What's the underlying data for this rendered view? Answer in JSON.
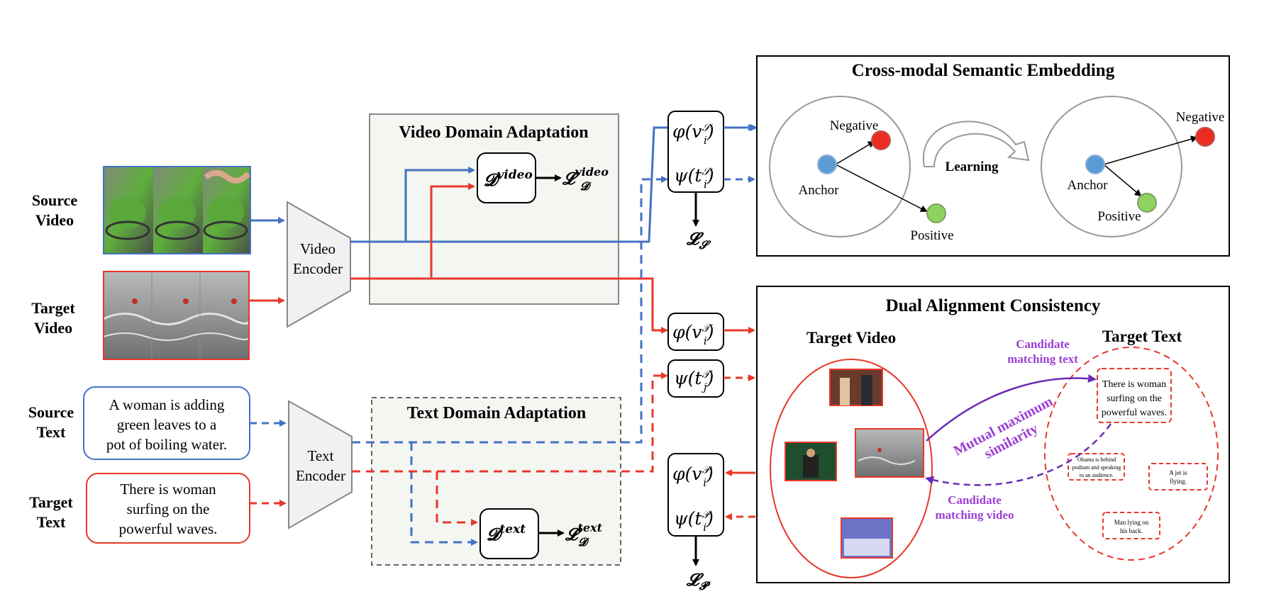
{
  "inputs": {
    "source_video": {
      "line1": "Source",
      "line2": "Video"
    },
    "target_video": {
      "line1": "Target",
      "line2": "Video"
    },
    "source_text": {
      "line1": "Source",
      "line2": "Text"
    },
    "target_text": {
      "line1": "Target",
      "line2": "Text"
    }
  },
  "source_caption": [
    "A woman is adding",
    "green leaves to a",
    "pot of boiling water."
  ],
  "target_caption": [
    "There is woman",
    "surfing on the",
    "powerful waves."
  ],
  "video_encoder": [
    "Video",
    "Encoder"
  ],
  "text_encoder": [
    "Text",
    "Encoder"
  ],
  "video_da": {
    "title": "Video Domain Adaptation",
    "disc": "𝓓",
    "disc_sup": "video",
    "loss": "𝓛",
    "loss_sub": "𝓓",
    "loss_sup": "video"
  },
  "text_da": {
    "title": "Text Domain Adaptation",
    "disc": "𝓓",
    "disc_sup": "text",
    "loss": "𝓛",
    "loss_sub": "𝓓",
    "loss_sup": "text"
  },
  "embeddings": {
    "phi": "φ",
    "psi": "ψ",
    "v": "v",
    "t": "t",
    "i": "i",
    "j": "j",
    "S": "𝒮",
    "T": "𝒯",
    "P": "𝒫",
    "loss_S_main": "𝓛",
    "loss_S_sub": "𝓢",
    "loss_P_main": "𝓛",
    "loss_P_sub": "𝓟"
  },
  "cross_modal": {
    "title": "Cross-modal Semantic Embedding",
    "negative": "Negative",
    "anchor": "Anchor",
    "positive": "Positive",
    "learning": "Learning"
  },
  "dual_alignment": {
    "title": "Dual Alignment Consistency",
    "target_video": "Target Video",
    "target_text": "Target Text",
    "candidate_text": [
      "Candidate",
      "matching text"
    ],
    "candidate_video": [
      "Candidate",
      "matching video"
    ],
    "mutual": [
      "Mutual maximum",
      "similarity"
    ],
    "main_caption": [
      "There is woman",
      "surfing on the",
      "powerful waves."
    ],
    "cap_obama": [
      "Obama is behind",
      "podium and speaking",
      "to an audience."
    ],
    "cap_jet": [
      "A  jet is",
      "flying."
    ],
    "cap_man": [
      "Man lying on",
      "his back."
    ]
  },
  "colors": {
    "source_blue": "#4472c4",
    "target_red": "#e8382b",
    "purple": "#9b3fd6",
    "anchor_blue": "#5b9bd5",
    "negative_red": "#ee2a24",
    "positive_green": "#8ed35f",
    "panel_fill": "#f3f6f1",
    "encoder_fill": "#f1f1f1"
  }
}
